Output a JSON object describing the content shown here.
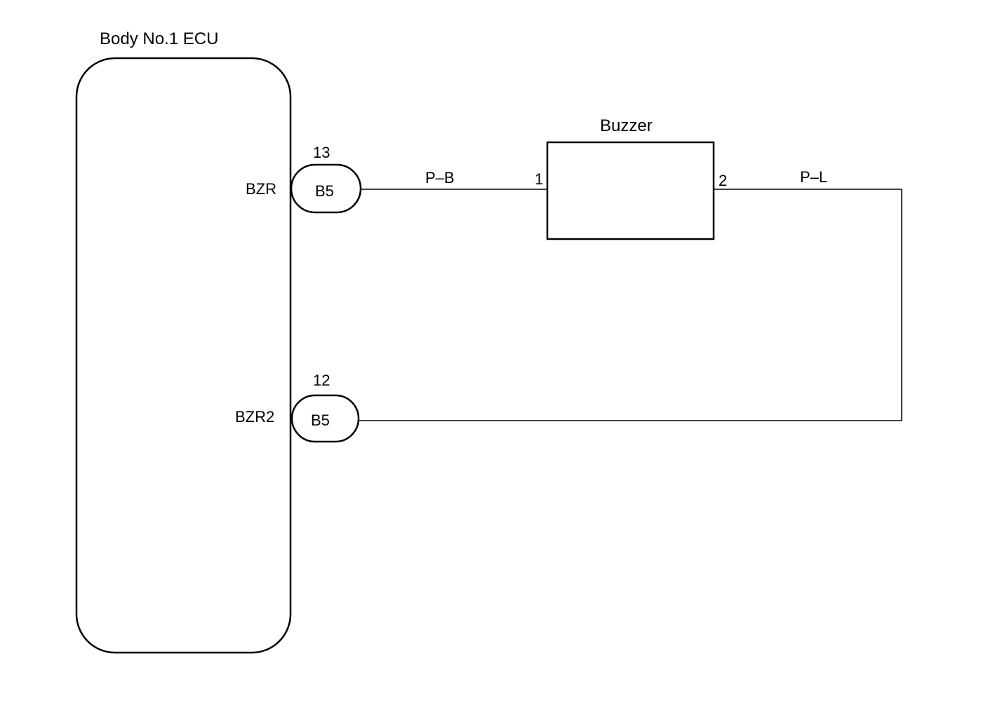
{
  "ecu": {
    "title": "Body No.1 ECU",
    "pins": [
      {
        "name": "BZR",
        "pin_number": "13",
        "connector": "B5"
      },
      {
        "name": "BZR2",
        "pin_number": "12",
        "connector": "B5"
      }
    ]
  },
  "buzzer": {
    "title": "Buzzer",
    "terminal_1": "1",
    "terminal_2": "2"
  },
  "wires": [
    {
      "color_code": "P–B"
    },
    {
      "color_code": "P–L"
    }
  ]
}
